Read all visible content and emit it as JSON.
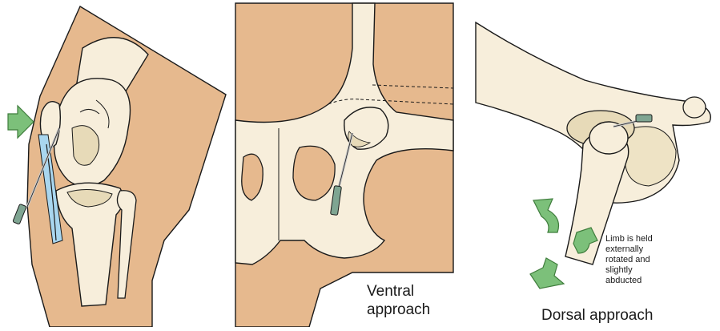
{
  "figure": {
    "panels": [
      {
        "id": "stifle",
        "caption_lines": []
      },
      {
        "id": "ventral",
        "caption_lines": [
          "Ventral",
          "approach"
        ]
      },
      {
        "id": "dorsal",
        "caption_lines": [
          "Dorsal approach"
        ]
      }
    ],
    "annotation_lines": [
      "Limb is held",
      "externally",
      "rotated and",
      "slightly",
      "abducted"
    ]
  },
  "colors": {
    "skin_tan": "#e6b98e",
    "bone_fill": "#f7eedb",
    "bone_shade": "#e7dab8",
    "outline": "#1a1a1a",
    "joint_fluid_blue": "#a9d6ef",
    "needle_gray": "#c9c9c9",
    "needle_hub_green": "#7fa592",
    "arrow_green": "#7cc07a",
    "arrow_outline": "#3f7d3c"
  },
  "icons": {
    "stifle_arrow": "right-arrow-icon",
    "rotation_arrows": "curved-arrow-icon"
  }
}
